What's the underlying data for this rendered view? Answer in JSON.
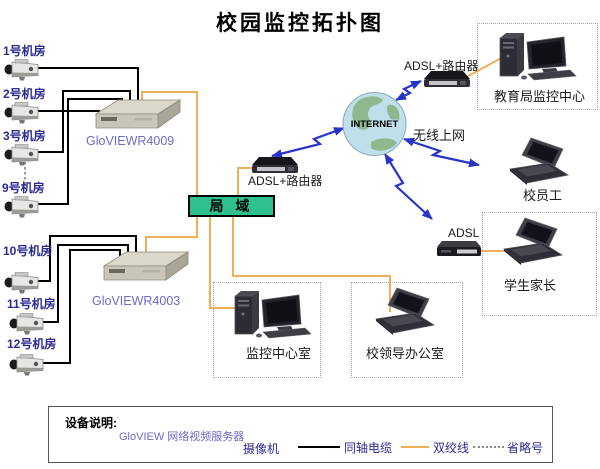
{
  "title": "校园监控拓扑图",
  "cameras": [
    {
      "label": "1号机房"
    },
    {
      "label": "2号机房"
    },
    {
      "label": "3号机房"
    },
    {
      "label": "9号机房"
    },
    {
      "label": "10号机房"
    },
    {
      "label": "11号机房"
    },
    {
      "label": "12号机房"
    }
  ],
  "servers": {
    "top": {
      "label": "GloVIEWR4009"
    },
    "bottom": {
      "label": "GloVIEWR4003"
    }
  },
  "lan": {
    "label": "局 域"
  },
  "internet": {
    "label": "INTERNET"
  },
  "routers": {
    "middle": {
      "label": "ADSL+路由器"
    },
    "top": {
      "label": "ADSL+路由器"
    },
    "adsl": {
      "label": "ADSL"
    }
  },
  "wireless_label": "无线上网",
  "endpoints": {
    "edu_center": {
      "label": "教育局监控中心"
    },
    "staff": {
      "label": "校员工"
    },
    "parents": {
      "label": "学生家长"
    },
    "monitor_room": {
      "label": "监控中心室"
    },
    "leader_office": {
      "label": "校领导办公室"
    }
  },
  "legend": {
    "title": "设备说明:",
    "server_label": "GloVIEW 网络视频服务器",
    "camera_label": "摄像机",
    "coax_label": "同轴电缆",
    "tp_label": "双绞线",
    "ellipsis_label": "省略号"
  },
  "colors": {
    "coax": "#000000",
    "twisted_pair": "#efae5a",
    "arrow_blue": "#2834c8",
    "lan_fill": "#2ec08e",
    "camera_label_navy": "#2b2b94",
    "server_label_blue": "#6b6bcc"
  }
}
